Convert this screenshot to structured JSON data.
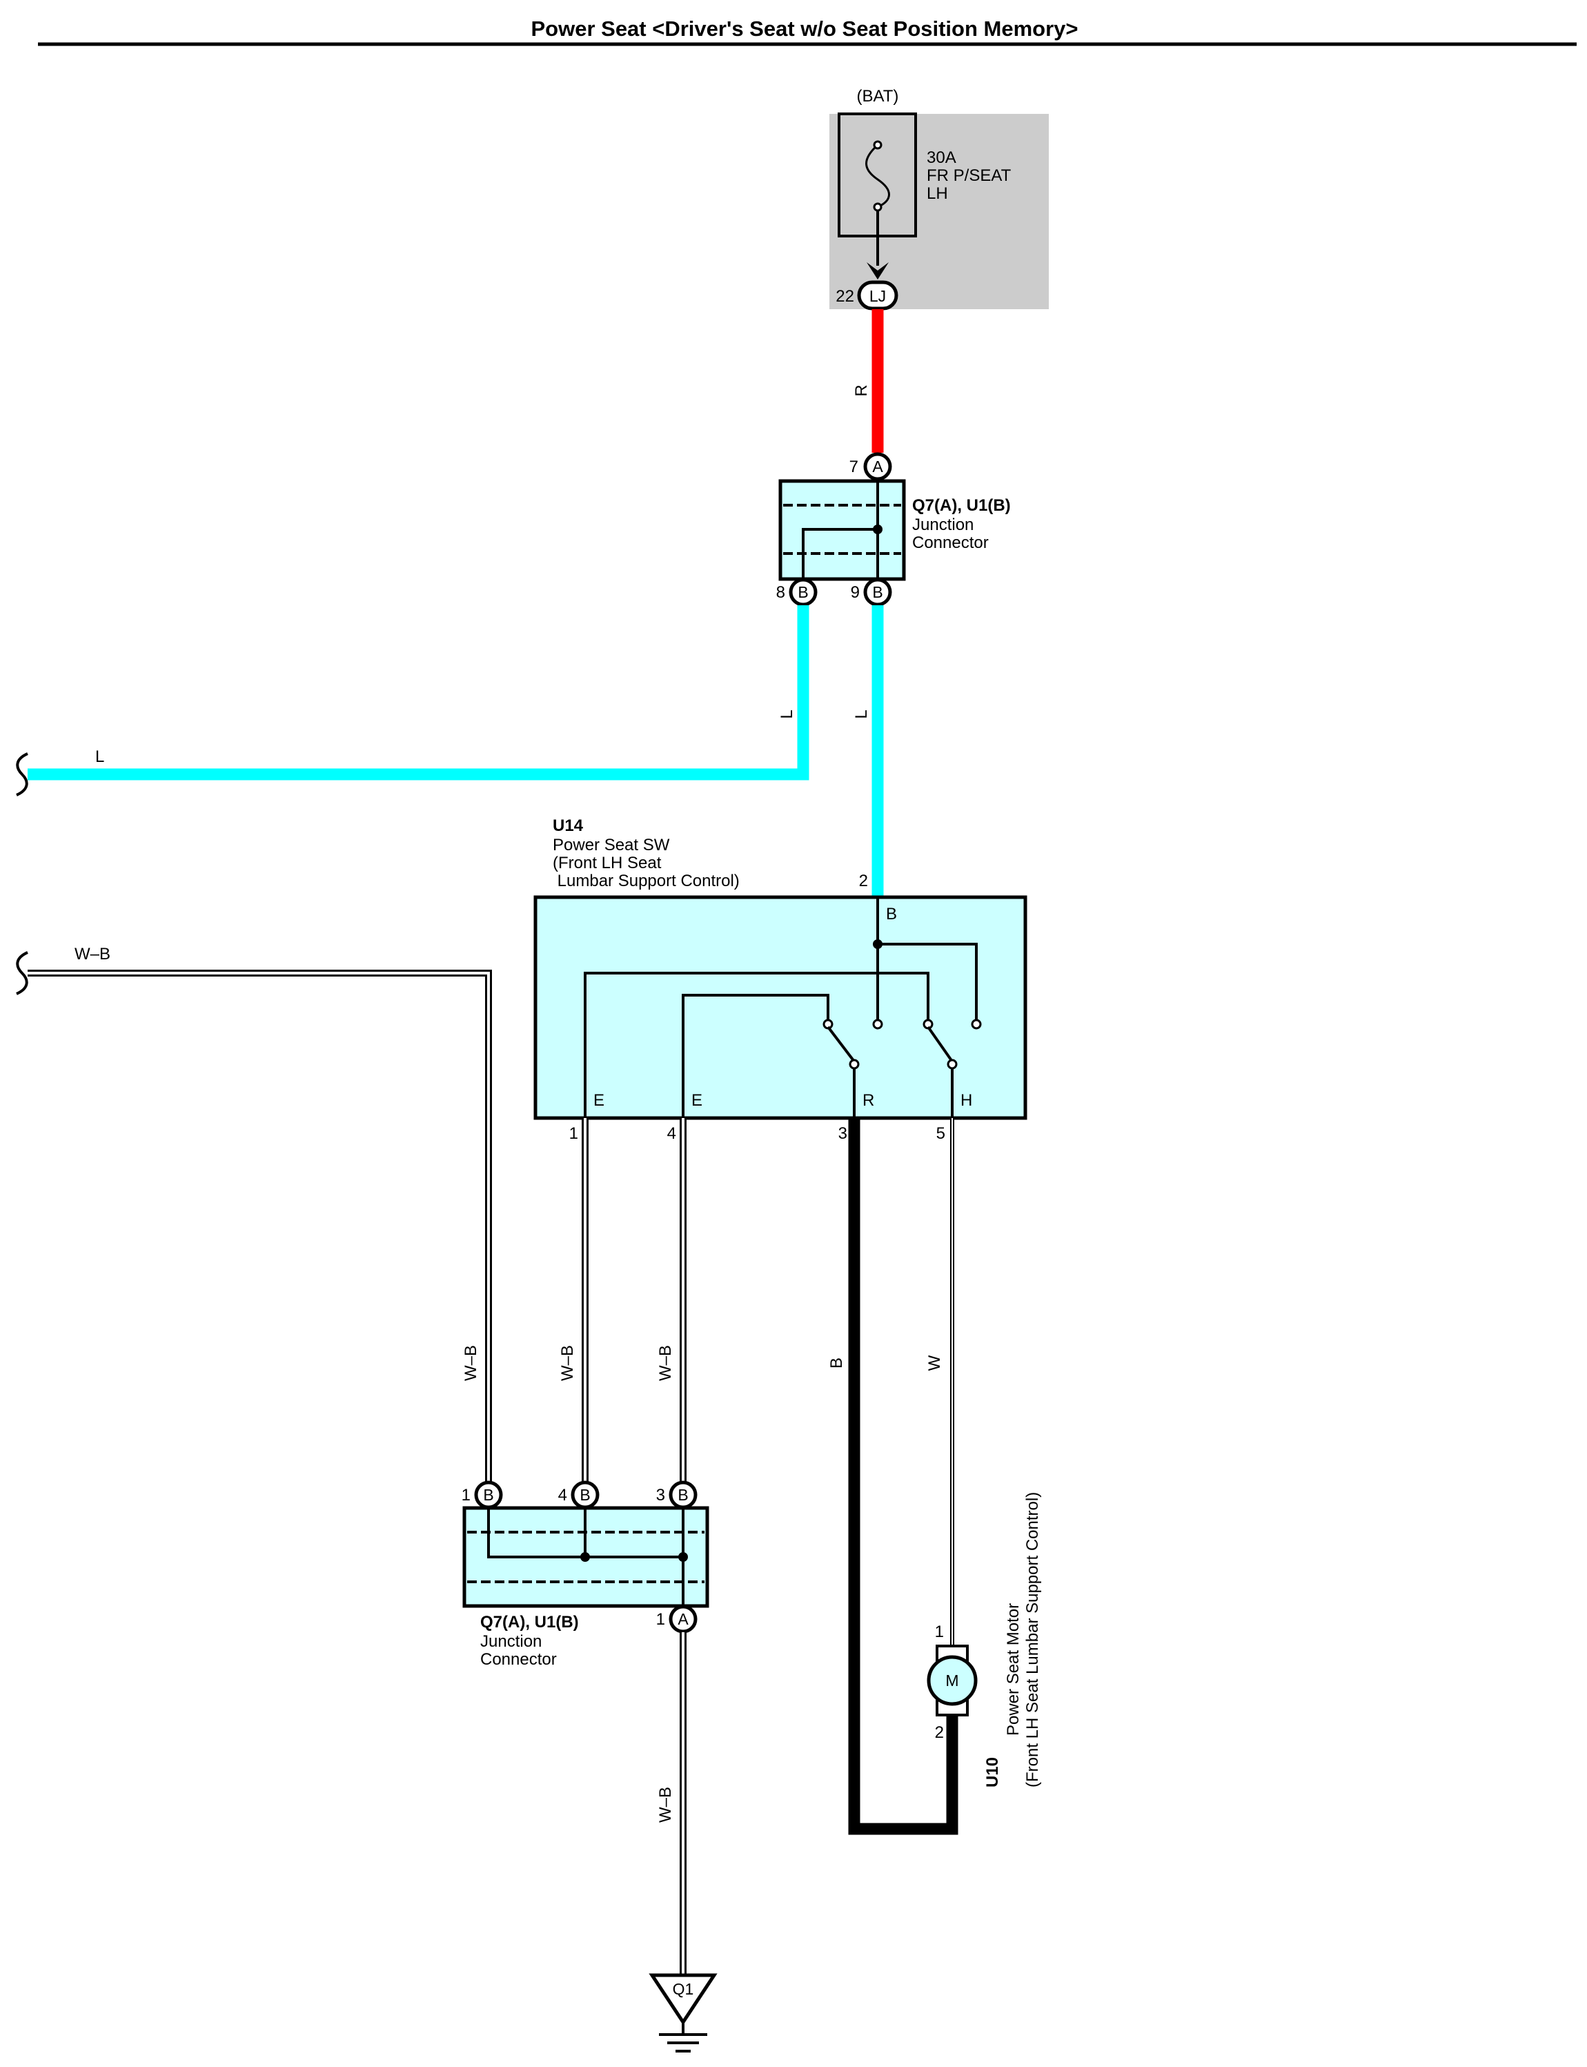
{
  "title": "Power Seat <Driver's Seat w/o Seat Position Memory>",
  "fuse_box": {
    "source": "(BAT)",
    "fuse_rating": "30A",
    "fuse_name_line1": "FR P/SEAT",
    "fuse_name_line2": "LH",
    "connector_pin": "22",
    "connector_id": "LJ"
  },
  "junction_top": {
    "label": "Q7(A), U1(B)",
    "desc_line1": "Junction",
    "desc_line2": "Connector",
    "pin_in": "7",
    "pin_in_conn": "A",
    "pin_out1": "8",
    "pin_out1_conn": "B",
    "pin_out2": "9",
    "pin_out2_conn": "B"
  },
  "switch": {
    "id": "U14",
    "line1": "Power Seat SW",
    "line2": "(Front LH Seat",
    "line3": " Lumbar Support Control)",
    "pin_b": "2",
    "term_b": "B",
    "pin_e1": "1",
    "term_e1": "E",
    "pin_e2": "4",
    "term_e2": "E",
    "pin_r": "3",
    "term_r": "R",
    "pin_h": "5",
    "term_h": "H"
  },
  "junction_bottom": {
    "label": "Q7(A), U1(B)",
    "desc_line1": "Junction",
    "desc_line2": "Connector",
    "pin1": "1",
    "pin1_conn": "B",
    "pin4": "4",
    "pin4_conn": "B",
    "pin3": "3",
    "pin3_conn": "B",
    "pin_out": "1",
    "pin_out_conn": "A"
  },
  "motor": {
    "id": "U10",
    "line1": "Power Seat Motor",
    "line2": "(Front LH Seat Lumbar Support Control)",
    "symbol": "M",
    "pin1": "1",
    "pin2": "2"
  },
  "ground": {
    "id": "Q1"
  },
  "wire_colors": {
    "fuse_out": "R",
    "left_branch_vertical": "L",
    "left_branch_horizontal": "L",
    "to_switch": "L",
    "left_ground": "W–B",
    "left_ground_vertical": "W–B",
    "sw_e1": "W–B",
    "sw_e2": "W–B",
    "sw_r": "B",
    "sw_h": "W",
    "to_ground": "W–B"
  },
  "colors": {
    "red_wire": "#ff0000",
    "blue_wire": "#00ffff",
    "box_fill": "#ccffff",
    "fuse_box_fill": "#cccccc"
  }
}
